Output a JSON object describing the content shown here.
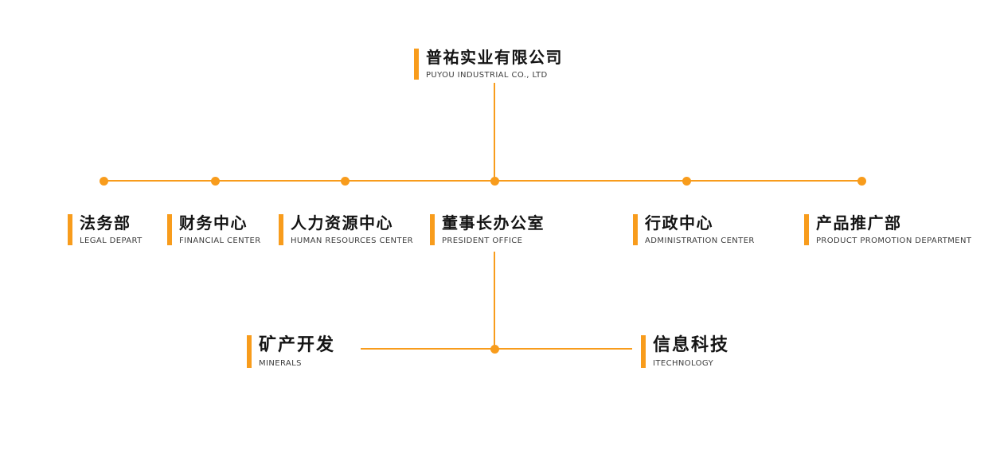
{
  "colors": {
    "accent": "#F89C1C",
    "title_text": "#141414",
    "subtitle_text": "#3C3C3C",
    "background": "#FFFFFF"
  },
  "root": {
    "title": "普祐实业有限公司",
    "subtitle": "PUYOU INDUSTRIAL CO., LTD"
  },
  "departments": [
    {
      "id": "legal",
      "title": "法务部",
      "subtitle": "LEGAL DEPART"
    },
    {
      "id": "financial",
      "title": "财务中心",
      "subtitle": "FINANCIAL CENTER"
    },
    {
      "id": "hr",
      "title": "人力资源中心",
      "subtitle": "HUMAN RESOURCES CENTER"
    },
    {
      "id": "president",
      "title": "董事长办公室",
      "subtitle": "PRESIDENT OFFICE"
    },
    {
      "id": "admin",
      "title": "行政中心",
      "subtitle": "ADMINISTRATION CENTER"
    },
    {
      "id": "product",
      "title": "产品推广部",
      "subtitle": "PRODUCT PROMOTION DEPARTMENT"
    }
  ],
  "sub_departments": [
    {
      "id": "minerals",
      "title": "矿产开发",
      "subtitle": "MINERALS"
    },
    {
      "id": "itechnology",
      "title": "信息科技",
      "subtitle": "ITECHNOLOGY"
    }
  ]
}
